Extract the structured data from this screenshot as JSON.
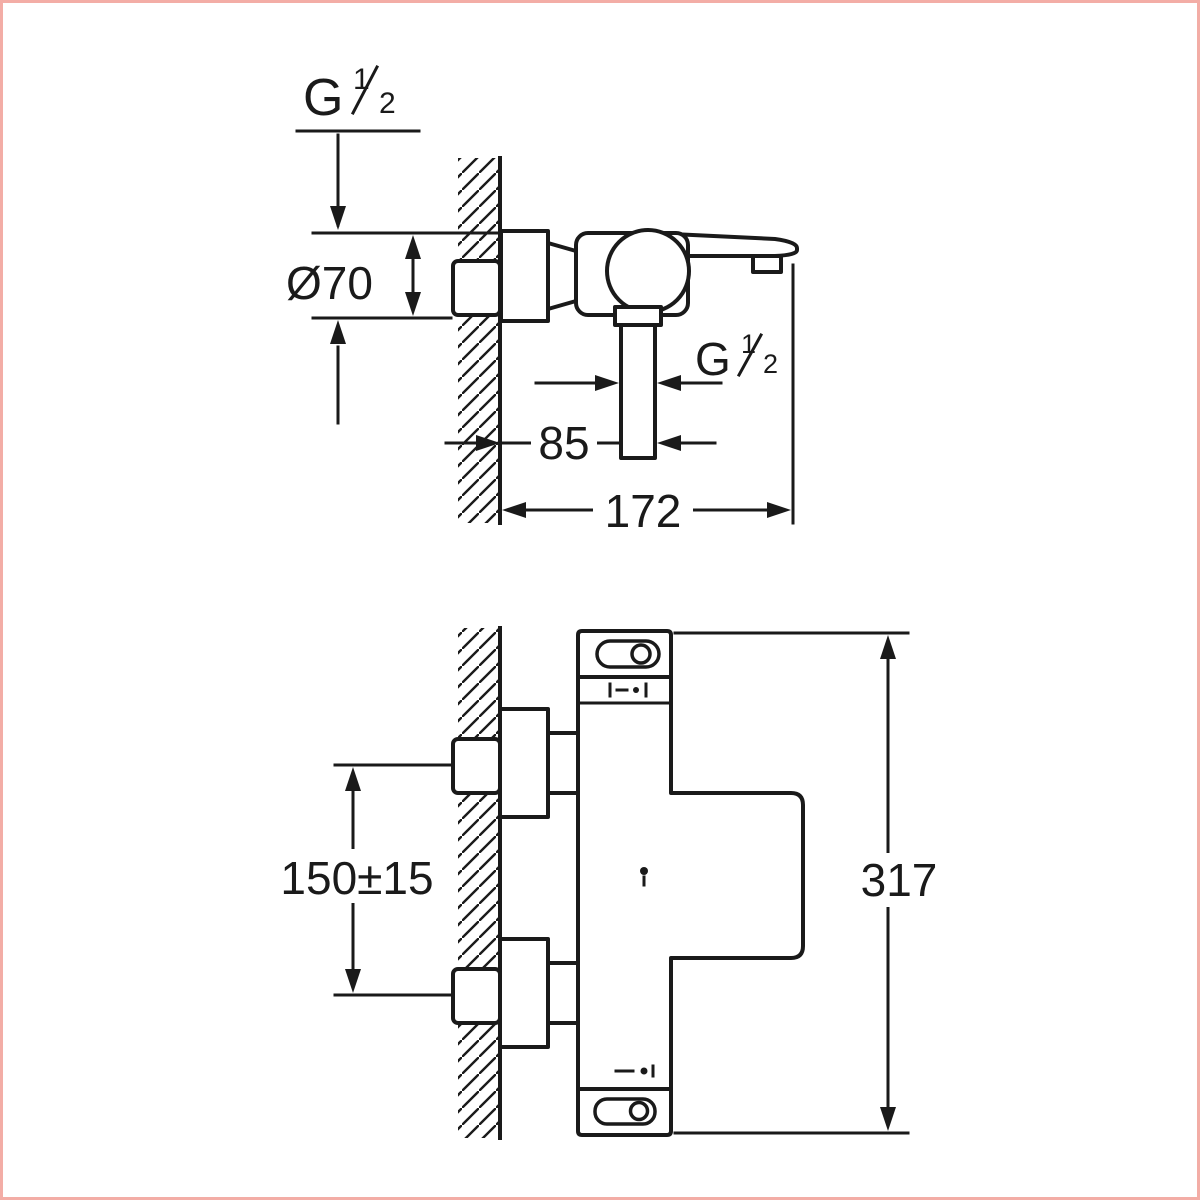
{
  "drawing": {
    "title_hint": "bath-shower-mixer-dimension-drawing",
    "colors": {
      "line": "#1a1a1a",
      "frame": "#f3ada6",
      "background": "#ffffff"
    },
    "side_view": {
      "thread_label_top": {
        "letter": "G",
        "numerator": "1",
        "denominator": "2"
      },
      "escutcheon_diameter": "Ø70",
      "thread_label_spout": {
        "letter": "G",
        "numerator": "1",
        "denominator": "2"
      },
      "wall_to_outlet": "85",
      "total_projection": "172"
    },
    "front_view": {
      "connection_spacing": "150±15",
      "total_height": "317"
    }
  }
}
